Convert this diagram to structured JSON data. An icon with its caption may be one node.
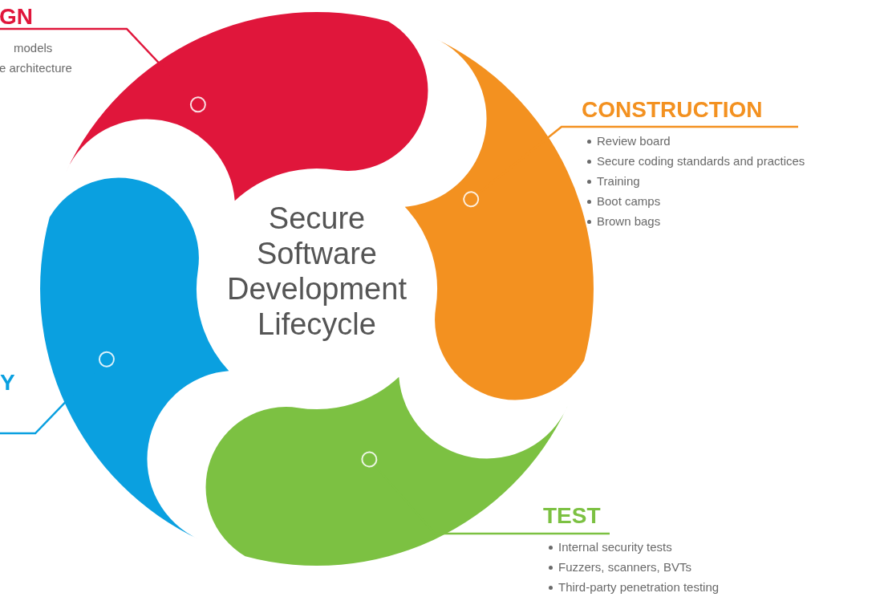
{
  "diagram": {
    "nodes": [
      {
        "text": [
          "GN",
          "models",
          "e architecture"
        ]
      },
      {
        "text": [
          "CONSTRUCTION",
          "Review board",
          "Secure coding standards and practices",
          "Training",
          "Boot camps",
          "Brown bags"
        ]
      },
      {
        "text": [
          "Secure Software Development Lifecycle"
        ]
      },
      {
        "text": [
          "Y"
        ]
      },
      {
        "text": [
          "TEST",
          "Internal security tests",
          "Fuzzers, scanners, BVTs",
          "Third-party penetration testing"
        ]
      },
      {
        "text": [],
        "shape": "petal"
      },
      {
        "text": [],
        "shape": "petal"
      },
      {
        "text": [],
        "shape": "petal"
      },
      {
        "text": [],
        "shape": "petal"
      }
    ],
    "edges": [
      {
        "from": 0,
        "to": 5,
        "arrow": "other",
        "color": "#e0163b"
      },
      {
        "from": 1,
        "to": 6,
        "arrow": "other",
        "color": "#f39120"
      },
      {
        "from": 4,
        "to": 7,
        "arrow": "other",
        "color": "#7cc142"
      },
      {
        "from": 3,
        "to": 8,
        "arrow": "other",
        "color": "#0aa0e0"
      }
    ]
  }
}
